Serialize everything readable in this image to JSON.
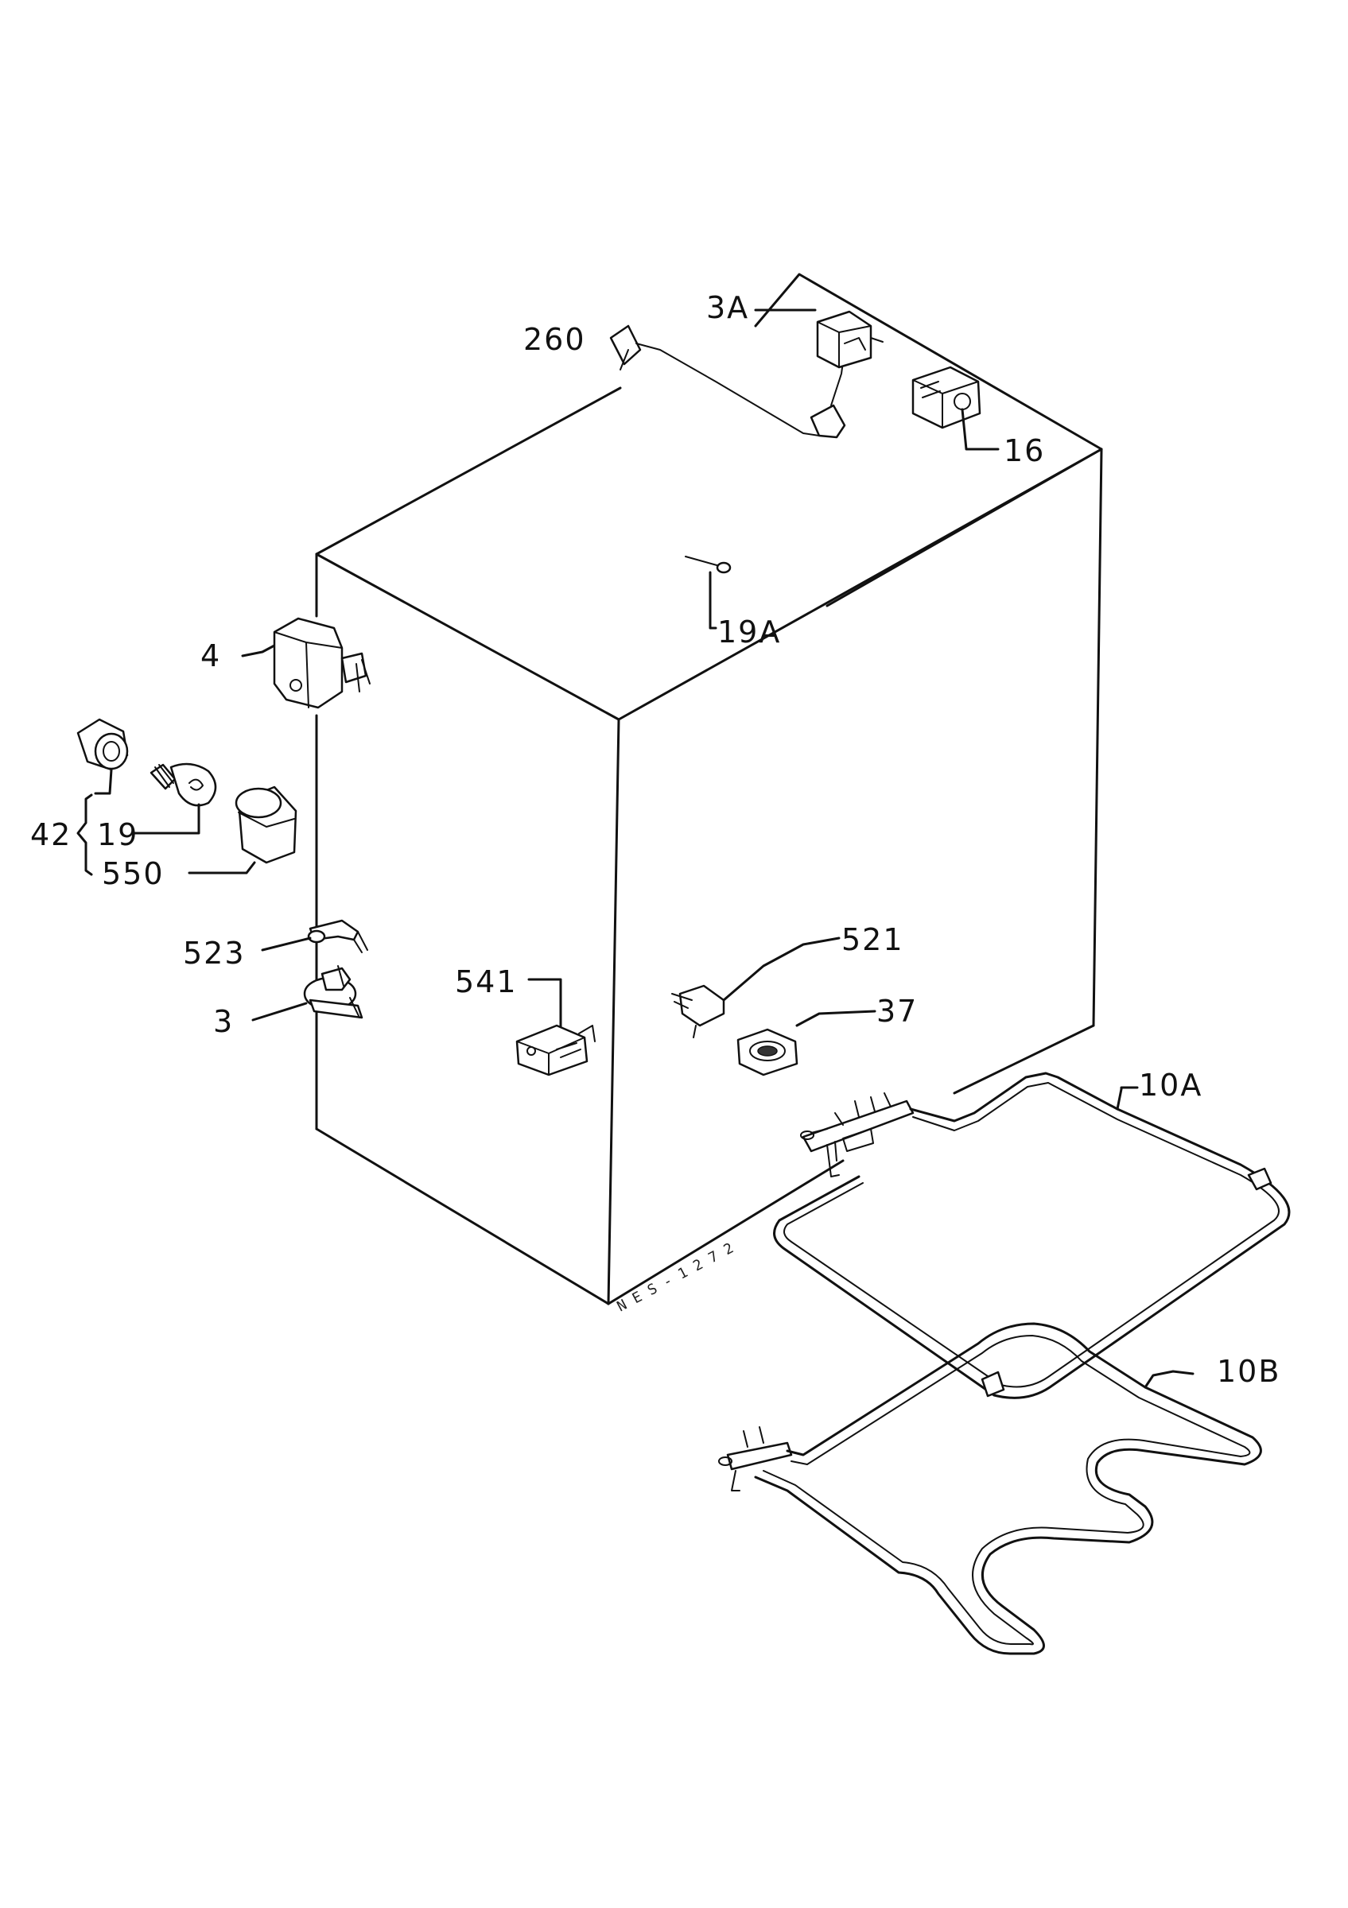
{
  "labels": {
    "p260": "260",
    "p3A": "3A",
    "p16": "16",
    "p19A": "19A",
    "p4": "4",
    "p42": "42",
    "p19": "19",
    "p550": "550",
    "p523": "523",
    "p3": "3",
    "p541": "541",
    "p521": "521",
    "p37": "37",
    "p10A": "10A",
    "p10B": "10B"
  },
  "drawing_code": "N E S - 1 2 7 2"
}
